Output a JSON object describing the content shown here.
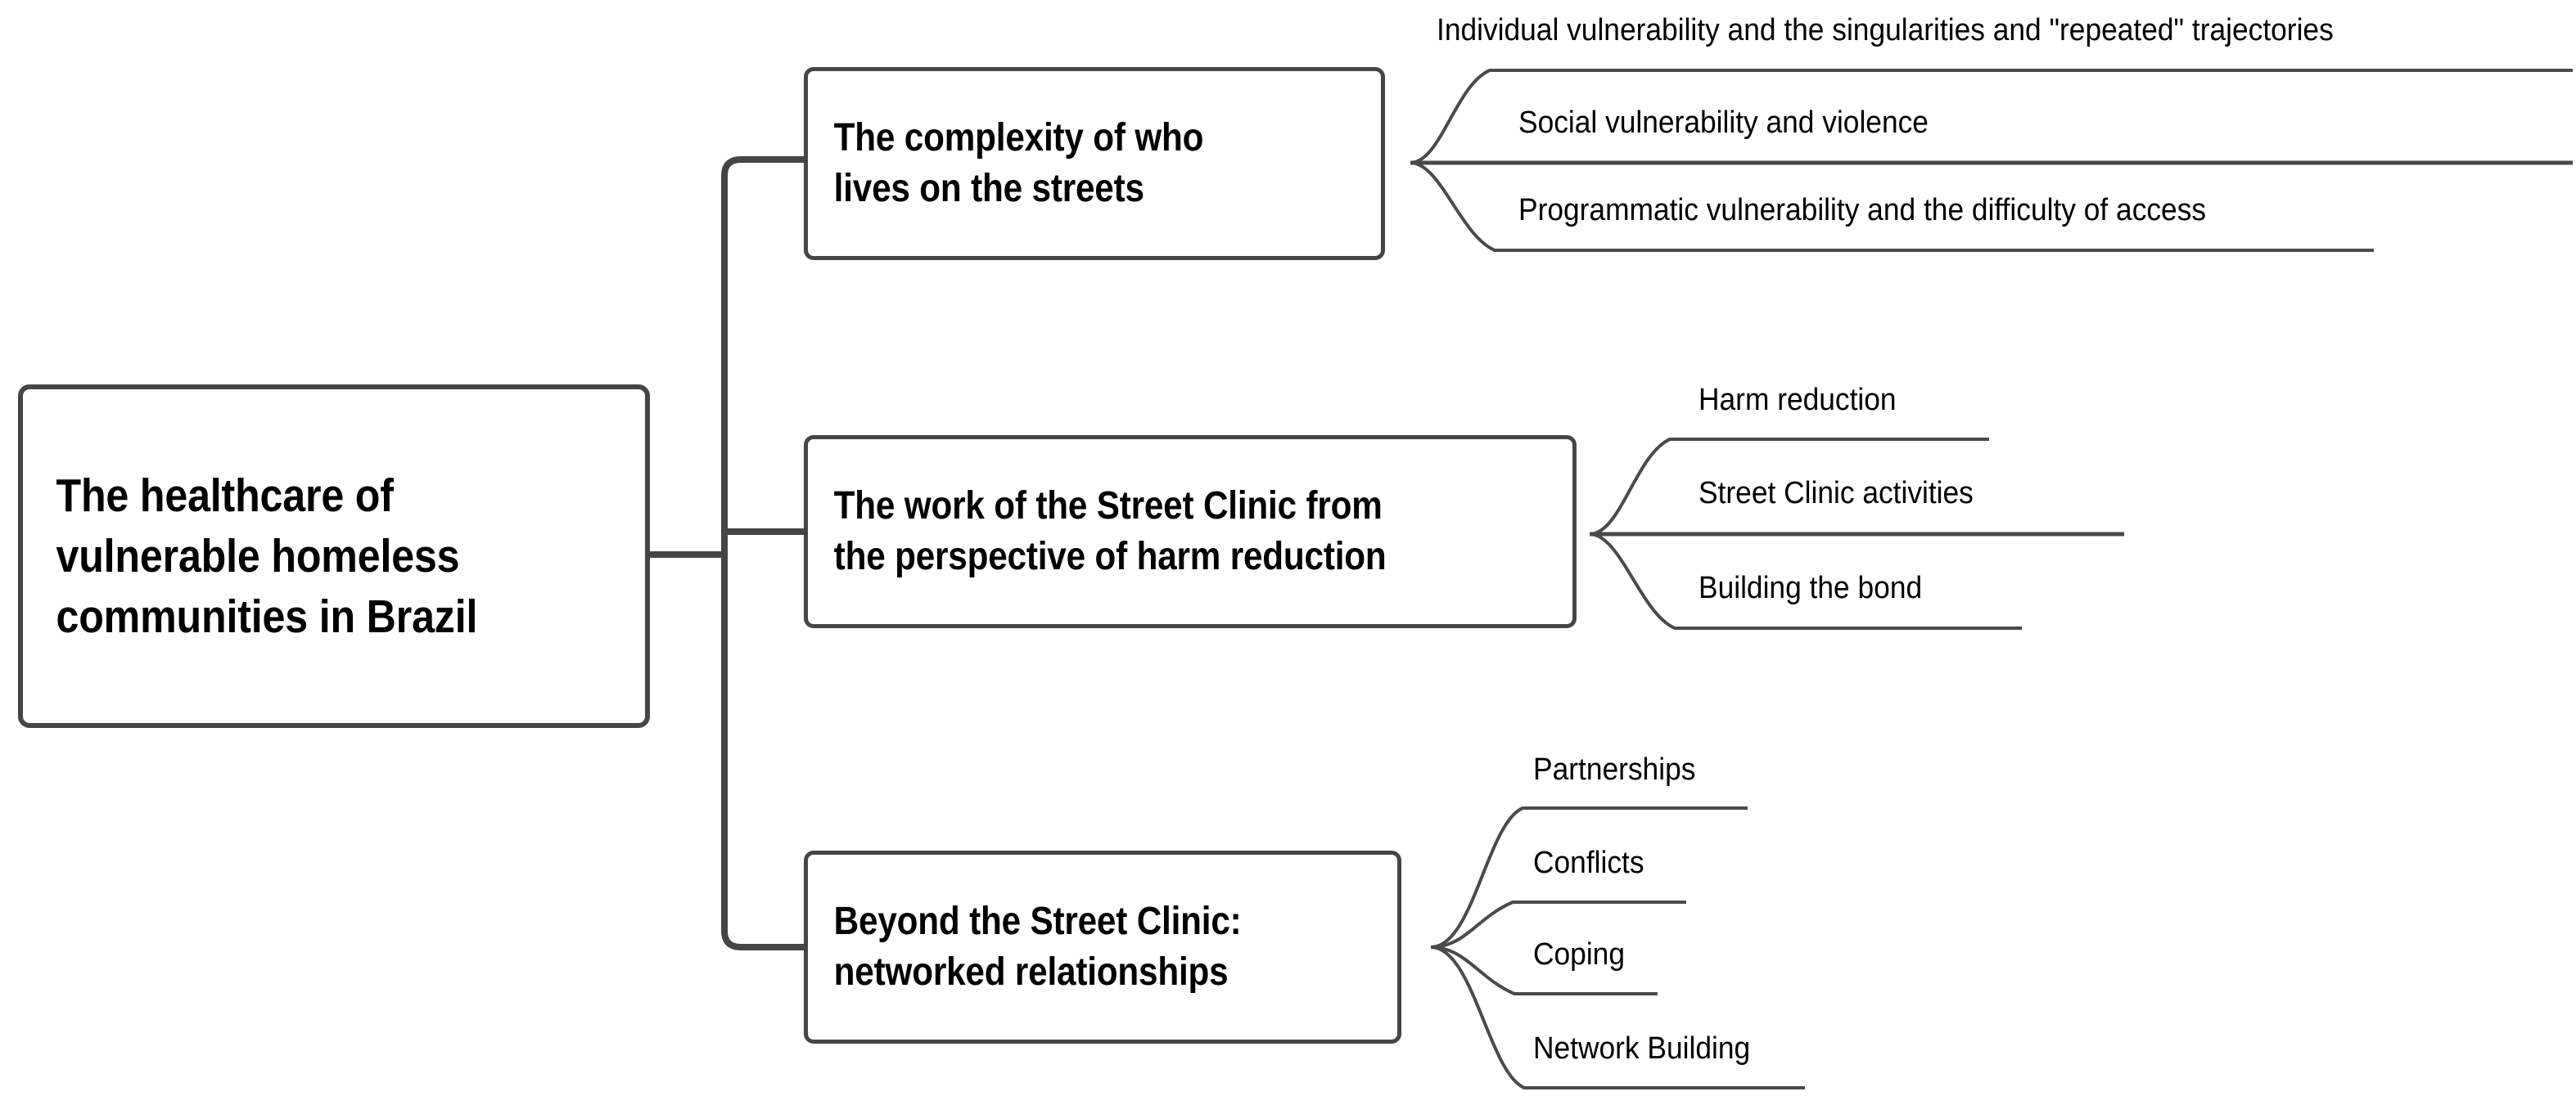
{
  "diagram": {
    "type": "mind-map",
    "title": "The healthcare of vulnerable homeless communities in Brazil",
    "background_color": "#ffffff",
    "line_color": "#454545",
    "text_color": "#000000",
    "root": {
      "label": "The healthcare of\nvulnerable homeless\ncommunities in Brazil"
    },
    "branches": [
      {
        "label": "The complexity of who\nlives on the streets",
        "leaves": [
          {
            "label": "Individual vulnerability and the singularities and \"repeated\" trajectories"
          },
          {
            "label": "Social vulnerability and violence"
          },
          {
            "label": "Programmatic vulnerability and the difficulty of access"
          }
        ]
      },
      {
        "label": "The work of the Street Clinic from\nthe perspective of harm reduction",
        "leaves": [
          {
            "label": "Harm reduction"
          },
          {
            "label": "Street Clinic activities"
          },
          {
            "label": "Building the bond"
          }
        ]
      },
      {
        "label": "Beyond the Street Clinic:\nnetworked relationships",
        "leaves": [
          {
            "label": "Partnerships"
          },
          {
            "label": "Conflicts"
          },
          {
            "label": "Coping"
          },
          {
            "label": "Network Building"
          }
        ]
      }
    ]
  }
}
